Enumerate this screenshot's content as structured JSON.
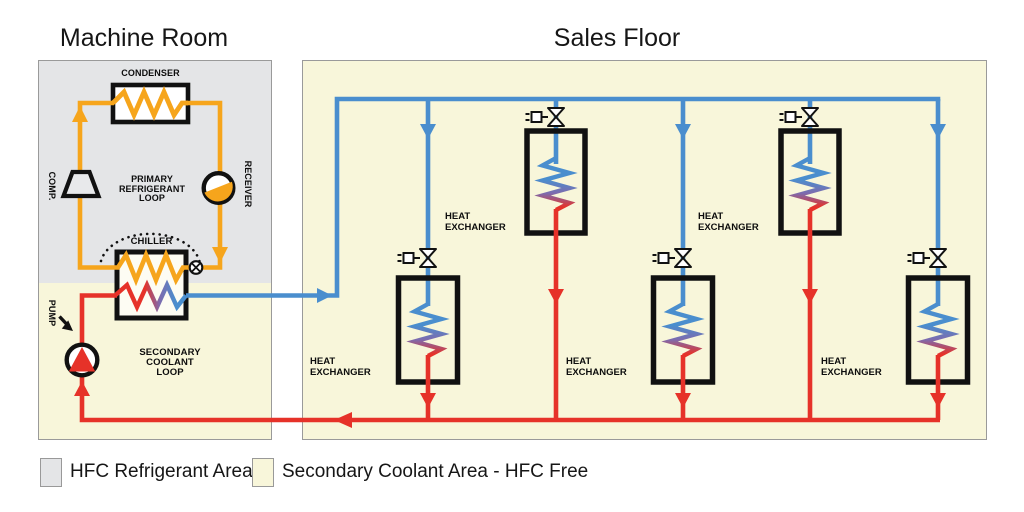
{
  "titles": {
    "machine_room": "Machine Room",
    "sales_floor": "Sales Floor"
  },
  "labels": {
    "condenser": "CONDENSER",
    "compressor": "COMP.",
    "receiver": "RECEIVER",
    "chiller": "CHILLER",
    "pump": "PUMP",
    "primary_loop": [
      "PRIMARY",
      "REFRIGERANT",
      "LOOP"
    ],
    "secondary_loop": [
      "SECONDARY",
      "COOLANT",
      "LOOP"
    ],
    "heat_exchanger": [
      "HEAT",
      "EXCHANGER"
    ]
  },
  "legend": {
    "items": [
      {
        "label": "HFC Refrigerant Area",
        "color": "#E4E5E7"
      },
      {
        "label": "Secondary Coolant Area - HFC Free",
        "color": "#F8F6DA"
      }
    ]
  },
  "colors": {
    "primary_refrigerant_orange": "#F6A51C",
    "coolant_warm_red": "#E63229",
    "coolant_cold_blue": "#4A8ECE",
    "coolant_mid_purple": "#7D6BAE",
    "hfc_area_gray": "#E4E5E7",
    "coolant_area_yellow": "#F8F6DA",
    "component_outline": "#111111"
  },
  "icons": {
    "control_valve": "solenoid-valve-icon",
    "expansion_valve": "circle-x-valve-icon",
    "pump_direction": "pump-pointer-arrow-icon"
  }
}
